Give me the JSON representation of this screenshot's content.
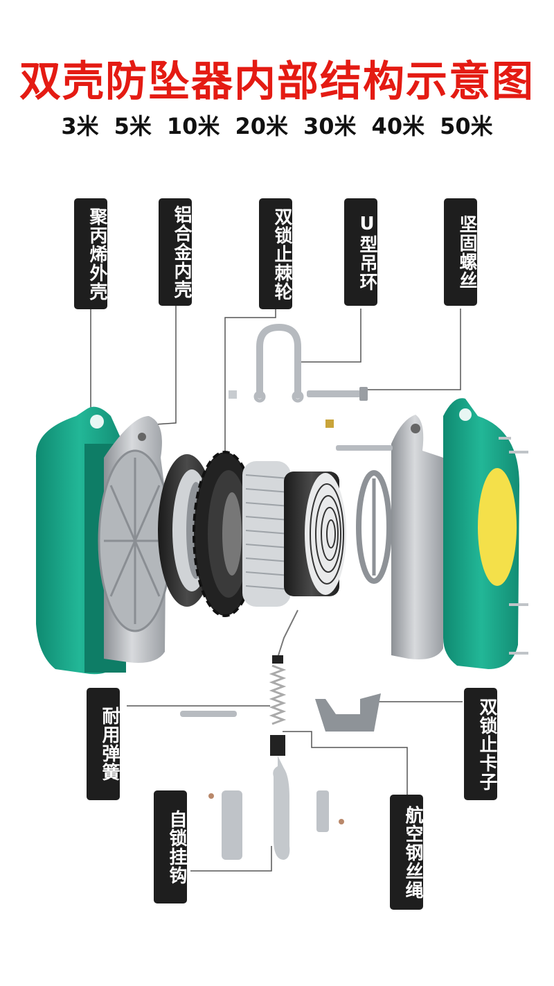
{
  "title": "双壳防坠器内部结构示意图",
  "sizes": [
    "3米",
    "5米",
    "10米",
    "20米",
    "30米",
    "40米",
    "50米"
  ],
  "labels": {
    "outer_shell": "聚丙烯外壳",
    "inner_shell": "铝合金内壳",
    "ratchet": "双锁止棘轮",
    "u_ring": "U型吊环",
    "bolt": "坚固螺丝",
    "spring": "耐用弹簧",
    "lock_clip": "双锁止卡子",
    "hook": "自锁挂钩",
    "wire_rope": "航空钢丝绳"
  },
  "colors": {
    "title": "#e41b13",
    "label_bg": "#1e1e1e",
    "shell_green": "#1aa68a",
    "metal": "#b8bcc0"
  }
}
